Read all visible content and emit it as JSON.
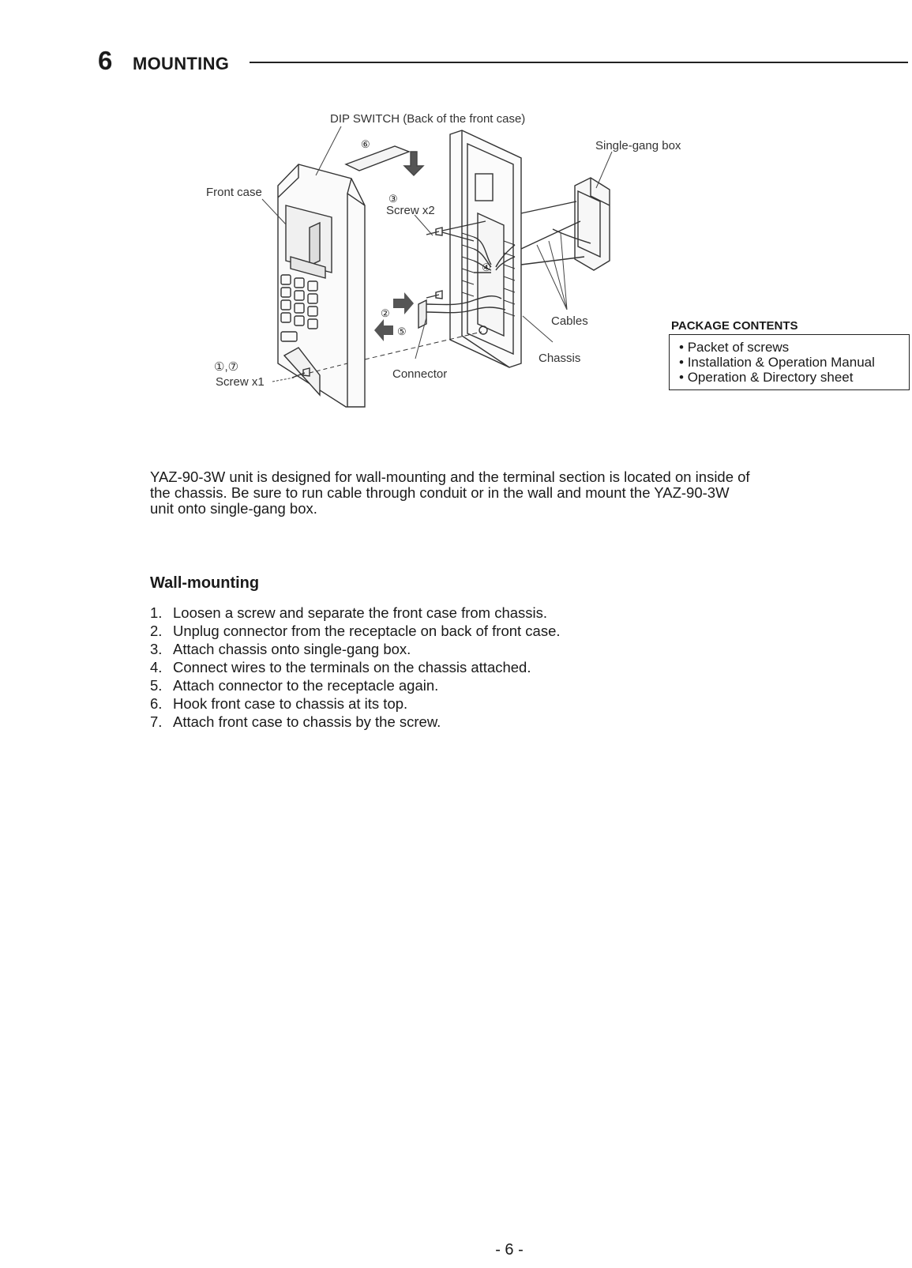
{
  "header": {
    "section_number": "6",
    "section_title": "MOUNTING"
  },
  "figure": {
    "labels": {
      "dip_switch": "DIP SWITCH (Back of the front case)",
      "single_gang_box": "Single-gang box",
      "front_case": "Front case",
      "screw_x2": "Screw x2",
      "cables": "Cables",
      "chassis": "Chassis",
      "connector": "Connector",
      "screw_x1": "Screw x1",
      "step_ref_1_7": "①,⑦"
    },
    "step_markers": {
      "m2": "②",
      "m3": "③",
      "m4": "④",
      "m5": "⑤",
      "m6": "⑥"
    }
  },
  "package_contents": {
    "title": "PACKAGE CONTENTS",
    "items": [
      "Packet of screws",
      "Installation & Operation Manual",
      "Operation & Directory sheet"
    ]
  },
  "intro": {
    "lines": [
      "YAZ-90-3W unit is designed for wall-mounting and the terminal section is located on inside of",
      "the chassis. Be sure to run cable through conduit or in the wall and mount the YAZ-90-3W",
      "unit onto single-gang box."
    ]
  },
  "wall_mounting": {
    "title": "Wall-mounting",
    "steps": [
      {
        "n": "1.",
        "text": "Loosen a screw and separate the front case from chassis."
      },
      {
        "n": "2.",
        "text": "Unplug connector from the receptacle on back of front case."
      },
      {
        "n": "3.",
        "text": "Attach chassis onto single-gang box."
      },
      {
        "n": "4.",
        "text": "Connect wires to the terminals on the chassis attached."
      },
      {
        "n": "5.",
        "text": "Attach connector to the receptacle again."
      },
      {
        "n": "6.",
        "text": "Hook front case to chassis at its top."
      },
      {
        "n": "7.",
        "text": "Attach front case to chassis by the screw."
      }
    ]
  },
  "footer": {
    "page_number": "- 6 -"
  }
}
